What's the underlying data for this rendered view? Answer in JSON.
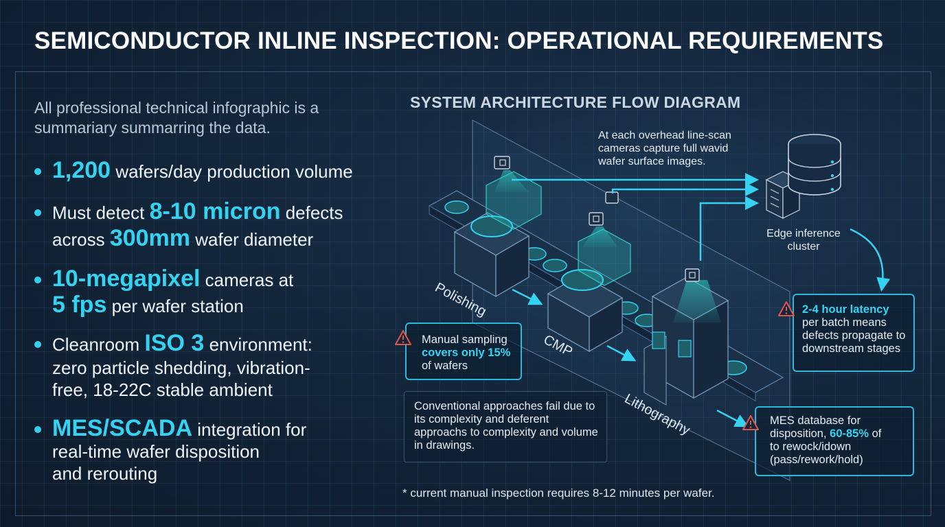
{
  "title": "SEMICONDUCTOR INLINE INSPECTION: OPERATIONAL REQUIREMENTS",
  "intro": "All professional technical  infographic is a summariary summarring the data.",
  "bullets": [
    {
      "pre": "",
      "hl": "1,200",
      "post": " wafers/day production volume"
    },
    {
      "pre": "Must detect ",
      "hl": "8-10 micron",
      "post": " defects"
    },
    {
      "pre": "across ",
      "hl": "300mm",
      "post": " wafer diameter"
    },
    {
      "pre": "",
      "hl": "10-megapixel",
      "post": " cameras at"
    },
    {
      "pre": "",
      "hl": "5 fps",
      "post": " per wafer station"
    },
    {
      "pre": "Cleanroom ",
      "hl": "ISO 3",
      "post": " environment:"
    },
    {
      "line2": "zero particle shedding, vibration-",
      "line3": "free, 18-22C stable ambient"
    },
    {
      "pre": "",
      "hl": "MES/SCADA",
      "post": " integration for"
    },
    {
      "line2": "real-time wafer disposition",
      "line3": "and rerouting"
    }
  ],
  "diagram": {
    "title": "SYSTEM ARCHITECTURE FLOW DIAGRAM",
    "camera_note": "At each overhead line-scan cameras capture full wavid wafer surface images.",
    "edge_label_1": "Edge inference",
    "edge_label_2": "cluster",
    "stages": [
      "Polishing",
      "CMP",
      "Lithography"
    ],
    "manual_box": {
      "pre": "Manual sampling",
      "hl": "covers only 15%",
      "post": "of wafers"
    },
    "conventional_box": "Conventional approaches fail due to its complexity and deferent approachs to complexity and volume in drawings.",
    "latency_box": {
      "hl": "2-4 hour latency",
      "post": "per batch means defects propagate to downstream stages"
    },
    "mes_box": {
      "pre": "MES database for disposition, ",
      "hl": "60-85%",
      "mid": " of",
      "post": "to rewock/idown (pass/rework/hold)"
    },
    "footnote": "* current manual inspection requires 8-12 minutes per wafer."
  },
  "colors": {
    "accent": "#35d3f2",
    "warning": "#e0564d",
    "background": "#13263b"
  },
  "icons": [
    "camera-icon",
    "server-icon",
    "database-icon",
    "warning-icon"
  ]
}
